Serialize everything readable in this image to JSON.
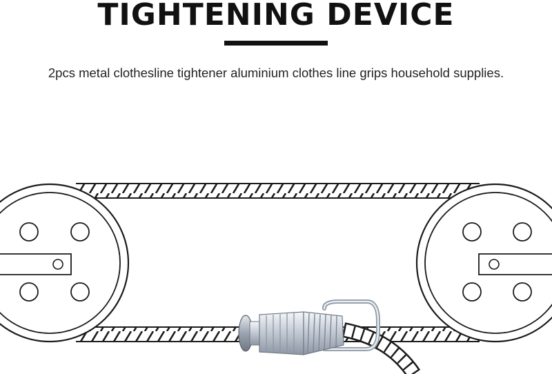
{
  "header": {
    "title": "TIGHTENING DEVICE",
    "subtitle": "2pcs metal clothesline tightener aluminium clothes line grips household supplies."
  },
  "diagram": {
    "left_wheel": "pulley-wheel",
    "right_wheel": "pulley-wheel",
    "belt": "twisted-rope-belt",
    "device": "clothesline-tightener",
    "line_color": "#1a1a1a",
    "metal_color": "#c9ced6"
  }
}
